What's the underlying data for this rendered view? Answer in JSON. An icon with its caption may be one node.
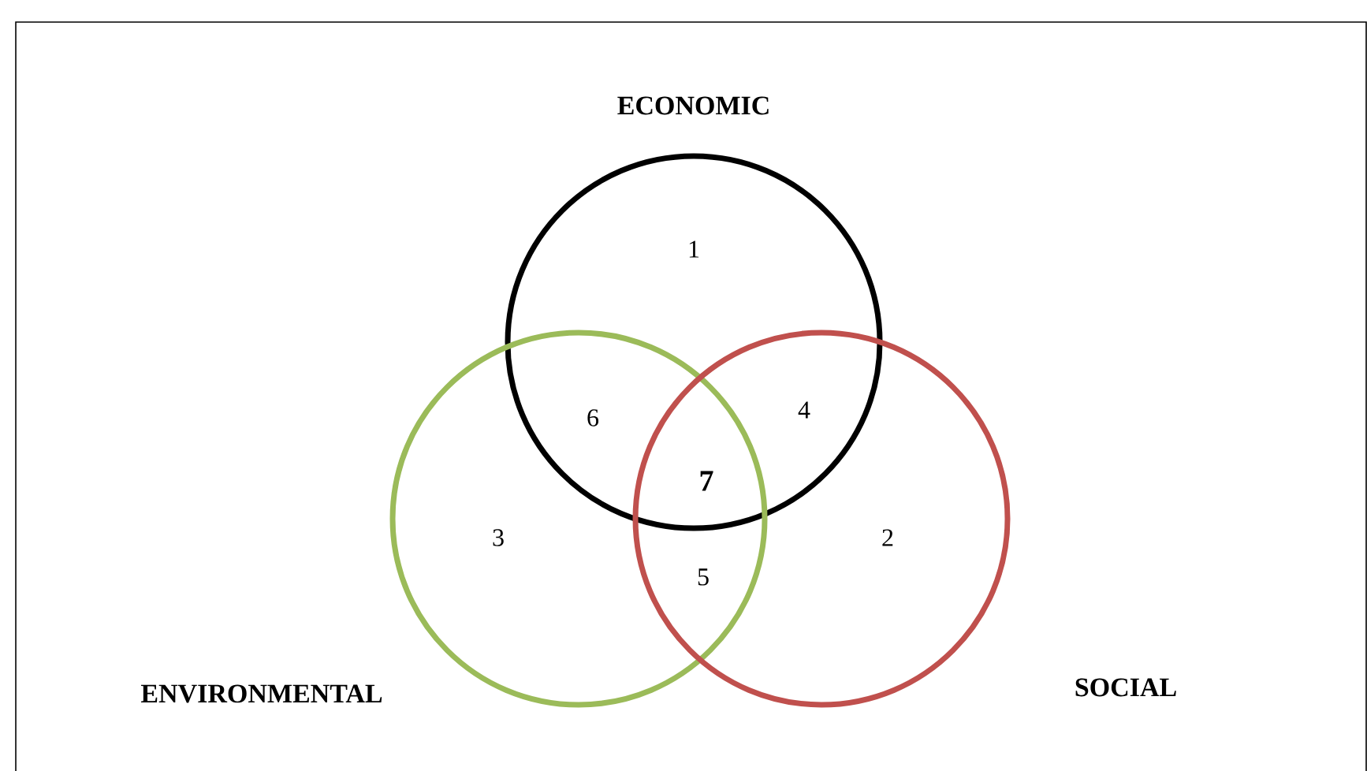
{
  "diagram": {
    "nodes": [
      {
        "text": [
          "ECONOMIC"
        ]
      },
      {
        "text": [
          "ENVIRONMENTAL"
        ]
      },
      {
        "text": [
          "SOCIAL"
        ]
      }
    ],
    "labels": [
      "1",
      "6",
      "4",
      "7",
      "3",
      "2",
      "5"
    ]
  }
}
